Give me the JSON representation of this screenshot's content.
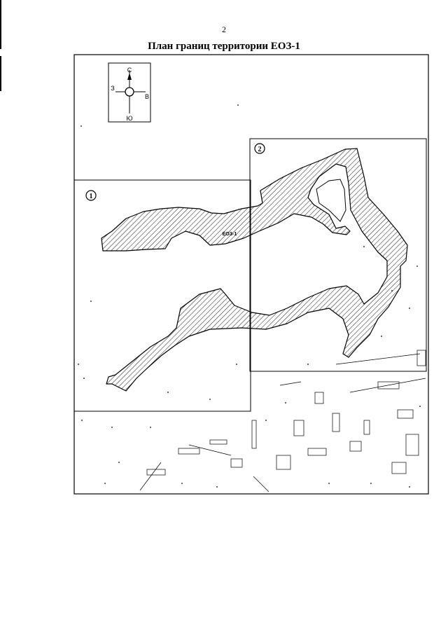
{
  "page": {
    "number": "2",
    "title": "План границ территории ЕОЗ-1"
  },
  "map": {
    "compass": {
      "north": "С",
      "south": "Ю",
      "west": "З",
      "east": "В"
    },
    "zone_label": "ЕОЗ-1",
    "panels": [
      {
        "number": "1"
      },
      {
        "number": "2"
      }
    ],
    "colors": {
      "line": "#000000",
      "hatch": "#000000",
      "background": "#ffffff"
    }
  }
}
